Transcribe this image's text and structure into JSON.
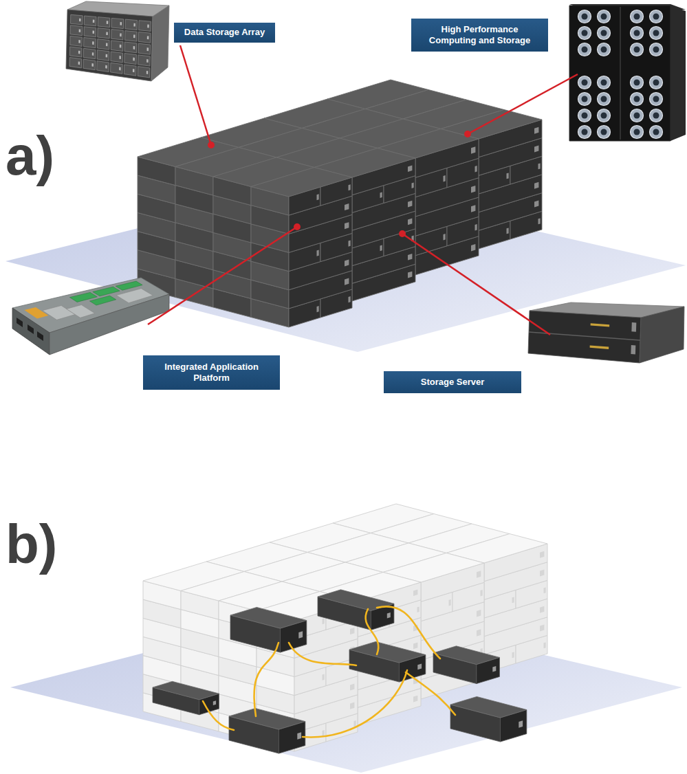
{
  "diagram": {
    "nodes": [
      {
        "text": [
          "Data Storage Array"
        ]
      },
      {
        "text": [
          "High Performance Computing and Storage"
        ]
      },
      {
        "text": [
          "Integrated Application Platform"
        ]
      },
      {
        "text": [
          "Storage Server"
        ]
      }
    ],
    "labels": [
      "a)",
      "b)"
    ]
  }
}
